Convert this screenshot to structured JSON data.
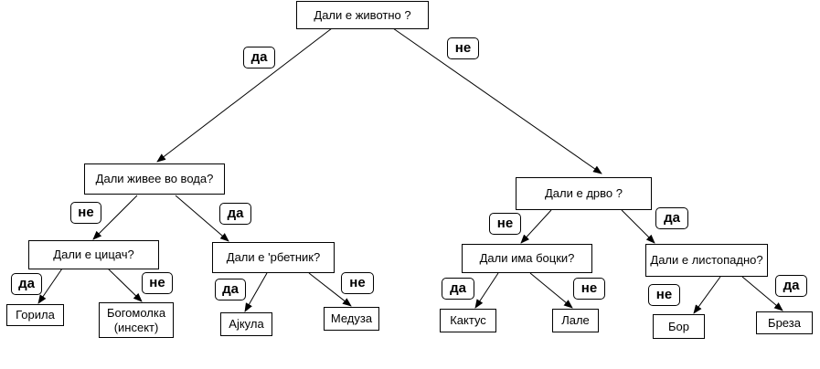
{
  "nodes": {
    "root": "Дали е животно ?",
    "water": "Дали живее во вода?",
    "tree": "Дали е дрво ?",
    "mammal": "Дали е цицач?",
    "vertebrate": "Дали е 'рбетник?",
    "thorns": "Дали има боцки?",
    "deciduous": "Дали е листопадно?",
    "gorilla": "Горила",
    "mantis_line1": "Богомолка",
    "mantis_line2": "(инсект)",
    "shark": "Ајкула",
    "jellyfish": "Медуза",
    "cactus": "Кактус",
    "tulip": "Лале",
    "pine": "Бор",
    "birch": "Бреза"
  },
  "edge_labels": {
    "root_yes": "да",
    "root_no": "не",
    "water_no": "не",
    "water_yes": "да",
    "tree_no": "не",
    "tree_yes": "да",
    "mammal_yes": "да",
    "mammal_no": "не",
    "vertebrate_yes": "да",
    "vertebrate_no": "не",
    "thorns_yes": "да",
    "thorns_no": "не",
    "deciduous_no": "не",
    "deciduous_yes": "да"
  }
}
